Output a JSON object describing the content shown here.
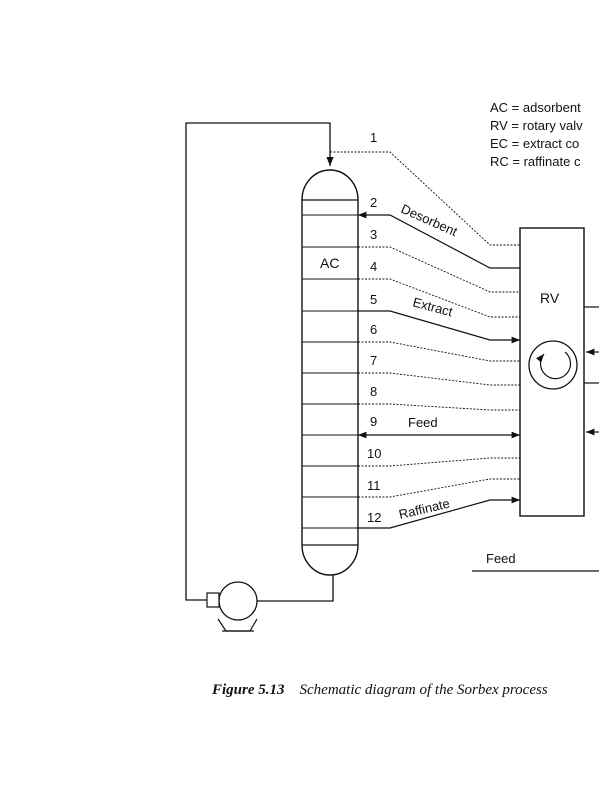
{
  "legend": [
    "AC = adsorbent",
    "RV = rotary valv",
    "EC = extract co",
    "RC = raffinate c"
  ],
  "labels": {
    "column": "AC",
    "valve": "RV",
    "desorbent": "Desorbent",
    "extract": "Extract",
    "feed": "Feed",
    "raffinate": "Raffinate",
    "feed_right": "Feed"
  },
  "port_numbers": [
    "1",
    "2",
    "3",
    "4",
    "5",
    "6",
    "7",
    "8",
    "9",
    "10",
    "11",
    "12"
  ],
  "caption": {
    "label": "Figure  5.13",
    "text": "Schematic diagram of the Sorbex process"
  }
}
